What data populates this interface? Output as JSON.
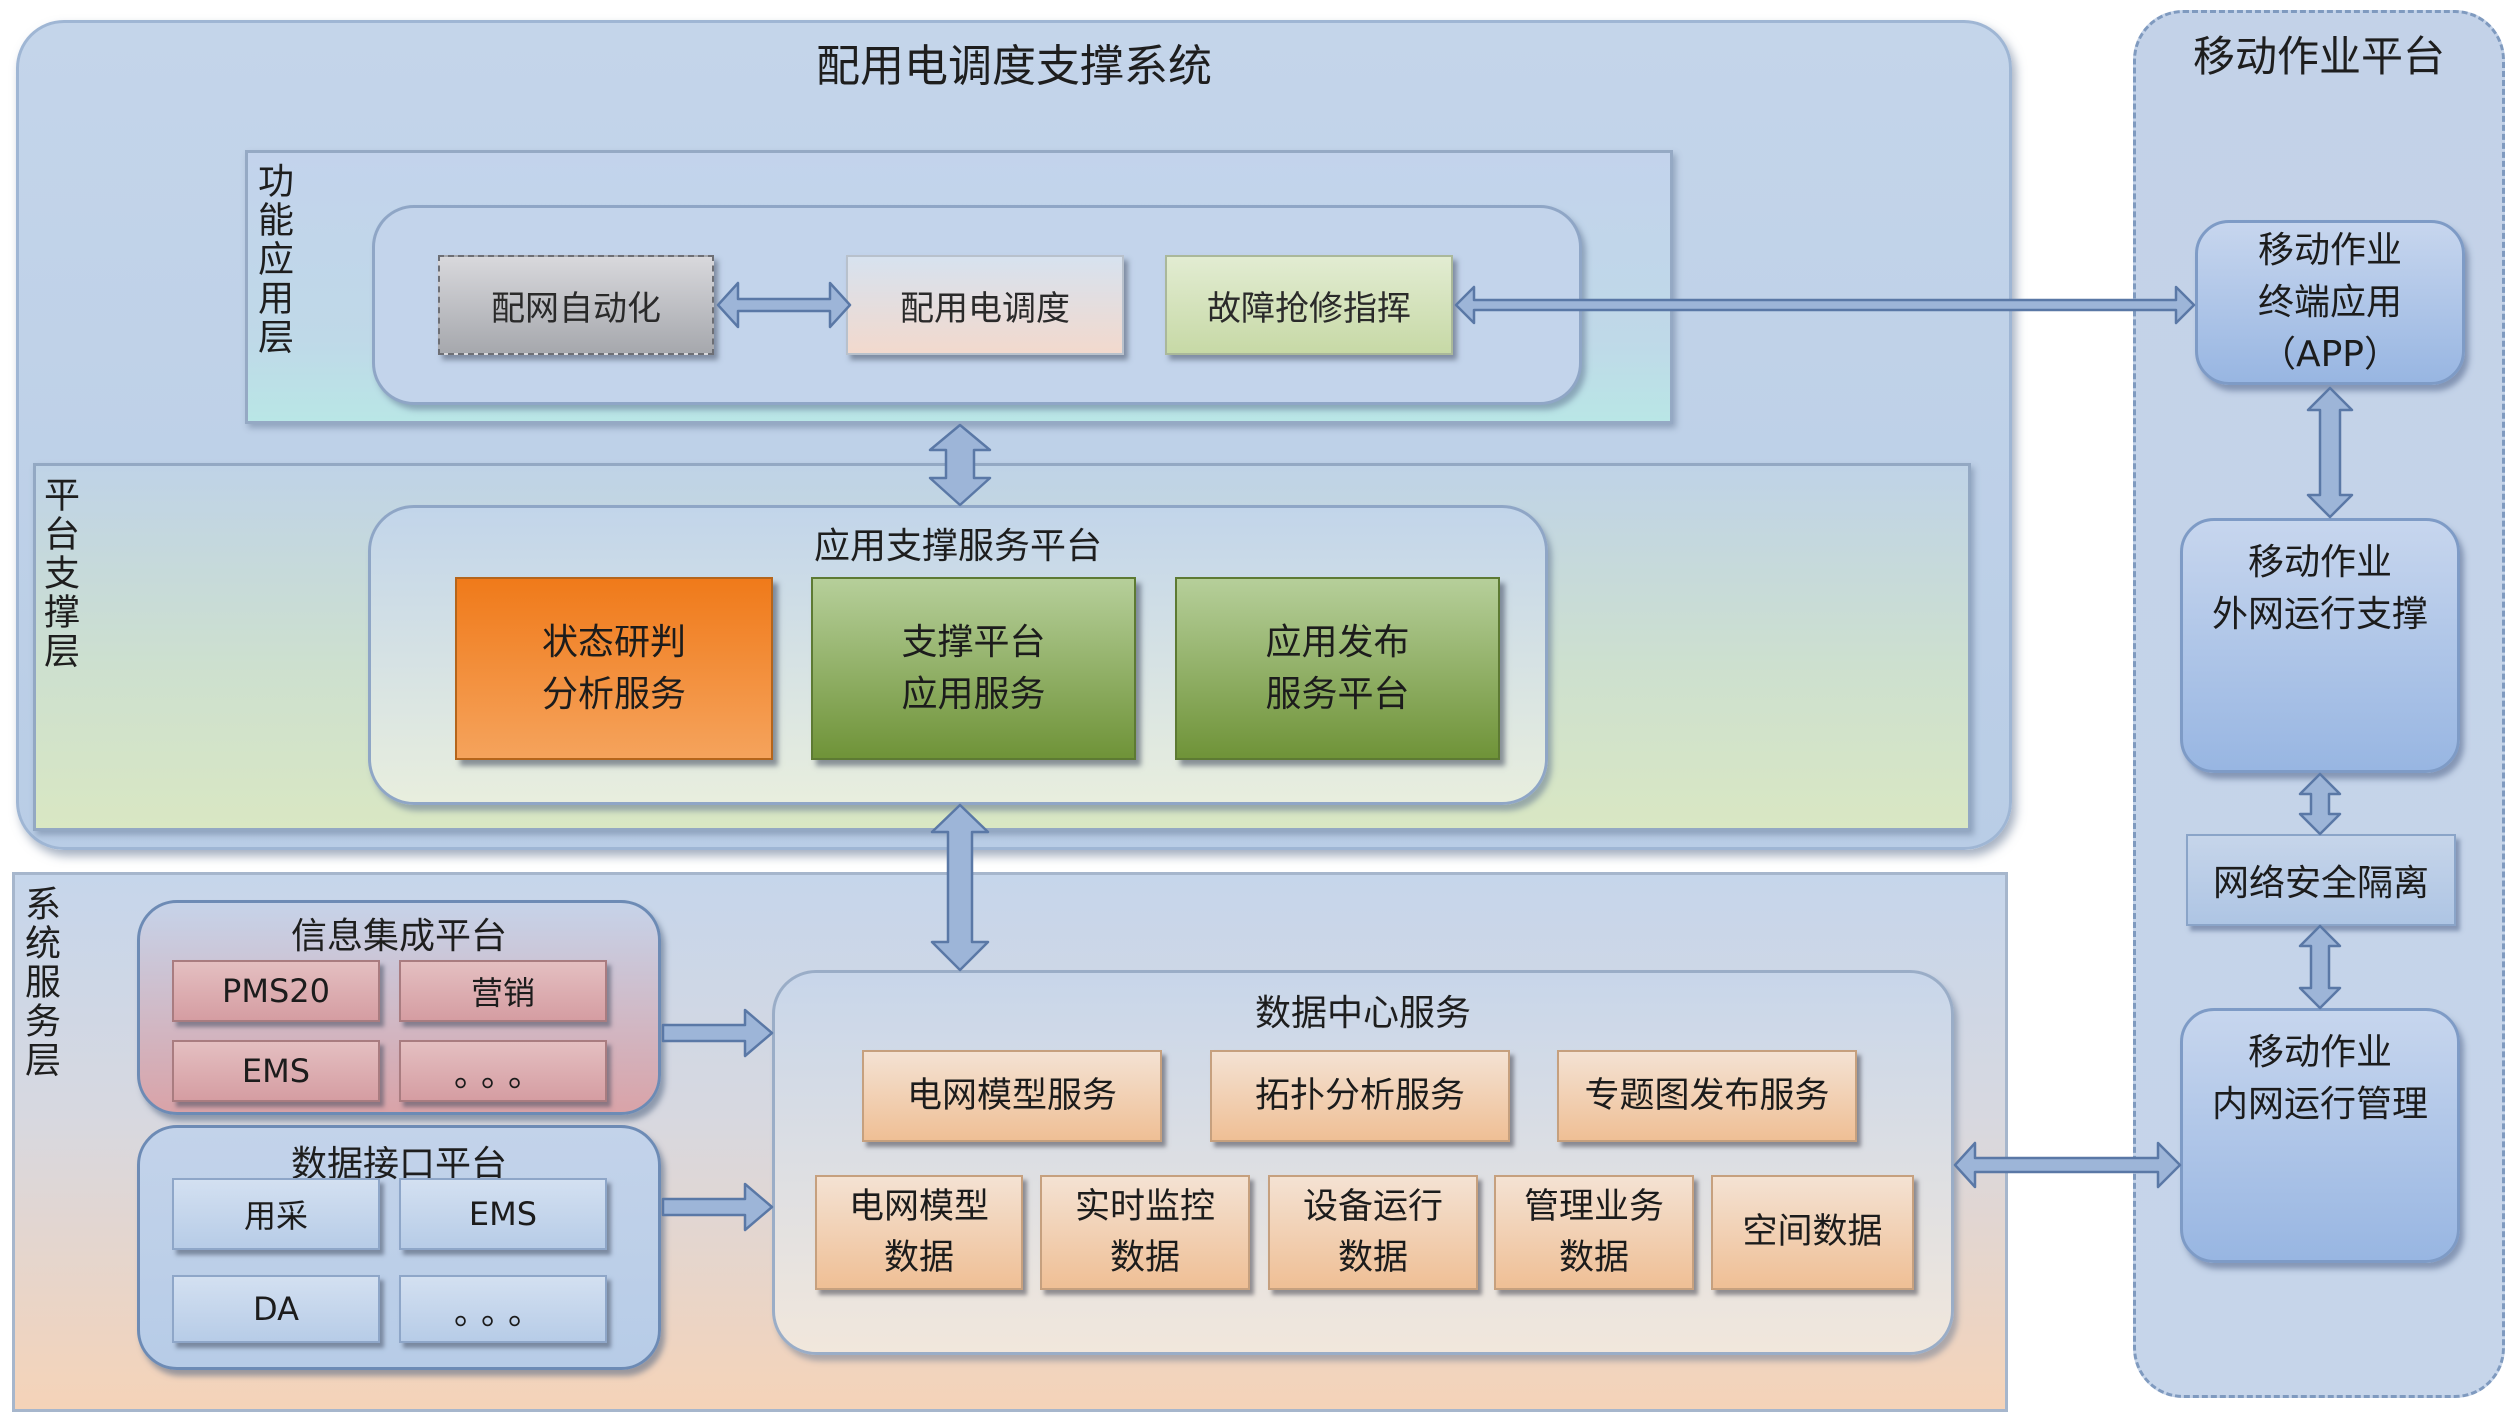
{
  "system": {
    "title": "配用电调度支撑系统"
  },
  "function_layer": {
    "label": "功能应用层",
    "apps": [
      "配网自动化",
      "配用电调度",
      "故障抢修指挥"
    ]
  },
  "platform_layer": {
    "label": "平台支撑层",
    "title": "应用支撑服务平台",
    "services": [
      {
        "line1": "状态研判",
        "line2": "分析服务"
      },
      {
        "line1": "支撑平台",
        "line2": "应用服务"
      },
      {
        "line1": "应用发布",
        "line2": "服务平台"
      }
    ]
  },
  "service_layer": {
    "label": "系统服务层",
    "info_platform": {
      "title": "信息集成平台",
      "cells": [
        "PMS20",
        "营销",
        "EMS",
        "。。。"
      ]
    },
    "data_interface": {
      "title": "数据接口平台",
      "cells": [
        "用采",
        "EMS",
        "DA",
        "。。。"
      ]
    },
    "data_center": {
      "title": "数据中心服务",
      "services": [
        "电网模型服务",
        "拓扑分析服务",
        "专题图发布服务"
      ],
      "data": [
        {
          "line1": "电网模型",
          "line2": "数据"
        },
        {
          "line1": "实时监控",
          "line2": "数据"
        },
        {
          "line1": "设备运行",
          "line2": "数据"
        },
        {
          "line1": "管理业务",
          "line2": "数据"
        },
        {
          "line1": "空间数据",
          "line2": ""
        }
      ]
    }
  },
  "mobile_platform": {
    "title": "移动作业平台",
    "app": {
      "line1": "移动作业",
      "line2": "终端应用",
      "line3": "（APP）"
    },
    "external": {
      "line1": "移动作业",
      "line2": "外网运行支撑"
    },
    "security": "网络安全隔离",
    "internal": {
      "line1": "移动作业",
      "line2": "内网运行管理"
    }
  },
  "colors": {
    "frame_blue": "#c4d5ea",
    "orange_service": "#f07a1a",
    "green_service": "#6f9338",
    "pink_cell": "#d59da2",
    "peach_data": "#efbf95",
    "arrow_fill": "#9db5d8",
    "arrow_stroke": "#5a78a6"
  }
}
